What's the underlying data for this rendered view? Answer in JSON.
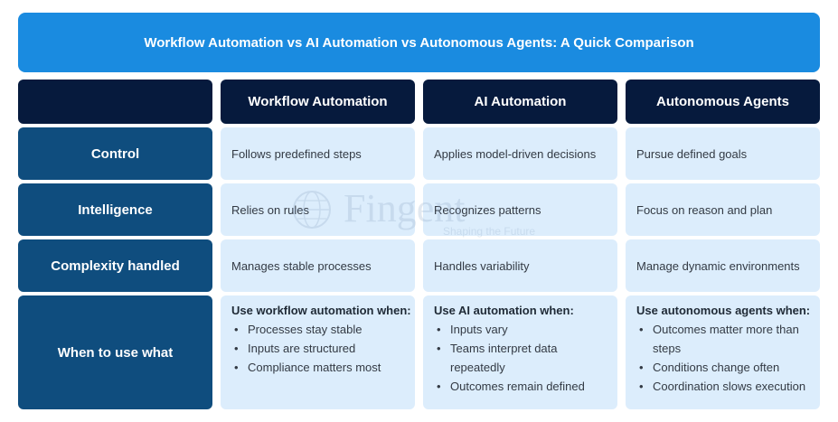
{
  "title": "Workflow Automation vs AI Automation vs Autonomous Agents: A Quick Comparison",
  "columns": [
    "",
    "Workflow Automation",
    "AI Automation",
    "Autonomous Agents"
  ],
  "rows": [
    {
      "label": "Control",
      "cells": [
        "Follows predefined steps",
        "Applies model-driven decisions",
        "Pursue defined goals"
      ]
    },
    {
      "label": "Intelligence",
      "cells": [
        "Relies on rules",
        "Recognizes patterns",
        "Focus on reason and plan"
      ]
    },
    {
      "label": "Complexity handled",
      "cells": [
        "Manages stable processes",
        "Handles variability",
        "Manage dynamic environments"
      ]
    }
  ],
  "usage": {
    "label": "When to use what",
    "cells": [
      {
        "title": "Use workflow automation when:",
        "items": [
          "Processes stay stable",
          "Inputs are structured",
          "Compliance matters most"
        ]
      },
      {
        "title": "Use AI automation when:",
        "items": [
          "Inputs vary",
          "Teams interpret data repeatedly",
          "Outcomes remain defined"
        ]
      },
      {
        "title": "Use autonomous agents when:",
        "items": [
          "Outcomes matter more than steps",
          "Conditions change often",
          "Coordination slows execution"
        ]
      }
    ]
  },
  "watermark": {
    "brand": "Fingent",
    "tagline": "Shaping the Future",
    "icon": "globe-icon"
  },
  "colors": {
    "banner": "#1a8be0",
    "header": "#061a3d",
    "row_header": "#0f4d7e",
    "cell": "#dcedfc"
  }
}
